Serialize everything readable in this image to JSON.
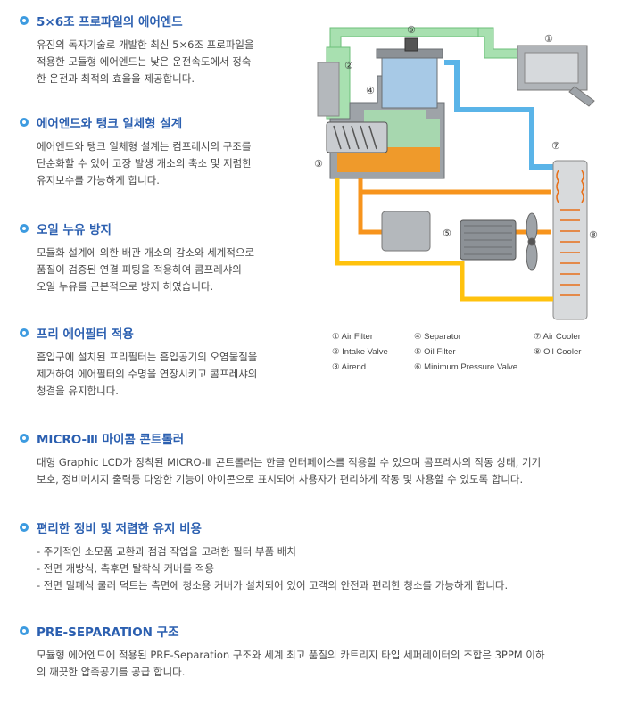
{
  "sections": [
    {
      "title": "5×6조 프로파일의 에어엔드",
      "body": "유진의 독자기술로 개발한 최신 5×6조 프로파일을\n적용한 모듈형 에어엔드는 낮은 운전속도에서 정숙\n한 운전과 최적의 효율을 제공합니다."
    },
    {
      "title": "에어엔드와 탱크 일체형 설계",
      "body": "에어엔드와 탱크 일체형 설계는 컴프레서의 구조를\n단순화할 수 있어 고장 발생 개소의 축소 및 저렴한\n유지보수를 가능하게 합니다."
    },
    {
      "title": "오일 누유 방지",
      "body": "모듈화 설계에 의한 배관 개소의 감소와 세계적으로\n품질이 검증된 연결 피팅을 적용하여 콤프레샤의\n오일 누유를 근본적으로 방지 하였습니다."
    },
    {
      "title": "프리 에어필터 적용",
      "body": "흡입구에 설치된 프리필터는 흡입공기의 오염물질을\n제거하여 에어필터의 수명을 연장시키고 콤프레샤의\n청결을 유지합니다."
    },
    {
      "title": "MICRO-Ⅲ 마이콤 콘트롤러",
      "body": "대형 Graphic LCD가 장착된 MICRO-Ⅲ 콘트롤러는 한글 인터페이스를 적용할 수 있으며 콤프레샤의 작동 상태, 기기\n보호, 정비메시지 출력등 다양한 기능이 아이콘으로 표시되어 사용자가 편리하게 작동 및 사용할 수 있도록 합니다."
    },
    {
      "title": "편리한 정비 및 저렴한 유지 비용",
      "body": "- 주기적인 소모품 교환과 점검 작업을 고려한 필터 부품 배치\n- 전면 개방식, 측후면 탈착식 커버를 적용\n- 전면 밀폐식 쿨러 덕트는 측면에 청소용 커버가 설치되어 있어 고객의 안전과 편리한 청소를 가능하게 합니다."
    },
    {
      "title": "PRE-SEPARATION 구조",
      "body": "모듈형 에어엔드에 적용된 PRE-Separation 구조와 세계 최고 품질의 카트리지 타입 세퍼레이터의 조합은 3PPM 이하\n의 깨끗한 압축공기를 공급 합니다."
    }
  ],
  "diagram": {
    "callouts": [
      "①",
      "②",
      "③",
      "④",
      "⑤",
      "⑥",
      "⑦",
      "⑧"
    ],
    "legend": [
      "① Air Filter",
      "② Intake Valve",
      "③ Airend",
      "④ Separator",
      "⑤ Oil Filter",
      "⑥ Minimum Pressure Valve",
      "⑦ Air Cooler",
      "⑧ Oil Cooler"
    ],
    "colors": {
      "oil": "#f7941d",
      "oil_dark": "#e8701a",
      "hot_oil": "#ffc20e",
      "air_in": "#a8e0b0",
      "air_out": "#5ab4e8",
      "metal": "#9ea3a8",
      "bullet": "#3d9be0",
      "title": "#2b5fb0"
    }
  }
}
